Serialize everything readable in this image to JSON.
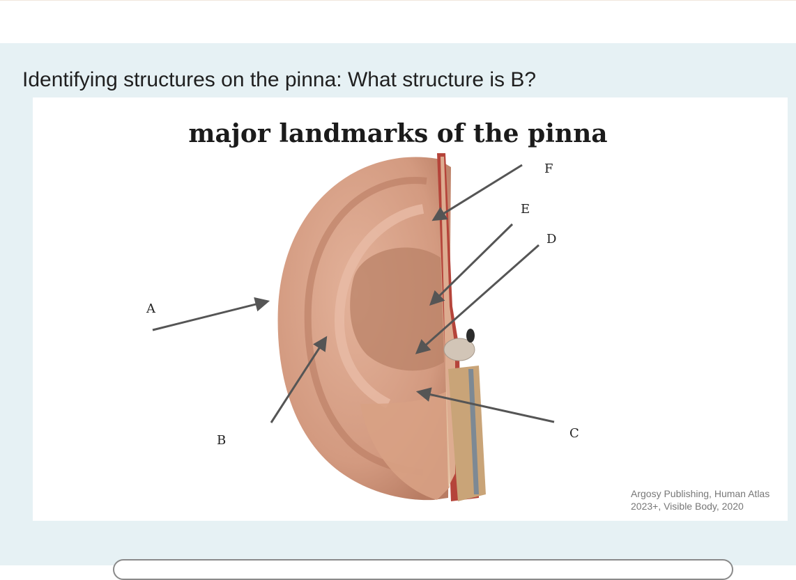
{
  "question": "Identifying structures on the pinna: What structure is B?",
  "figure": {
    "title": "major landmarks of the pinna",
    "labels": [
      "A",
      "B",
      "C",
      "D",
      "E",
      "F"
    ],
    "credit_line1": "Argosy Publishing, Human Atlas",
    "credit_line2": "2023+, Visible Body, 2020"
  },
  "colors": {
    "panel": "#e6f1f4",
    "skin": "#d9a186",
    "skin_shadow": "#b87c63",
    "arrow": "#555555"
  }
}
